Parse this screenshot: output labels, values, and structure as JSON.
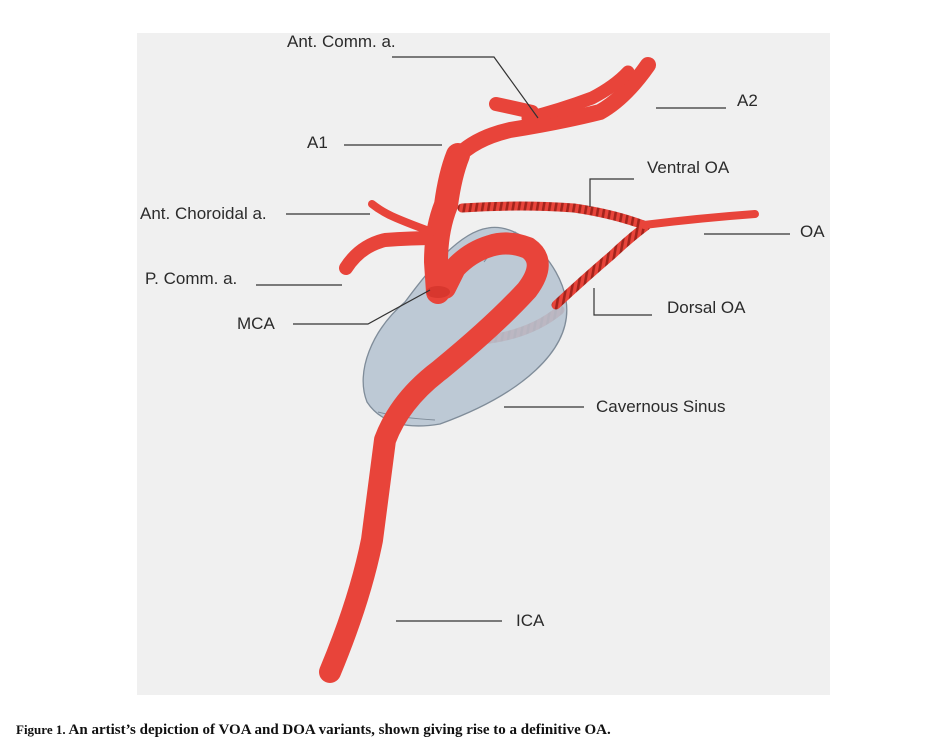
{
  "labels": {
    "ant_comm": "Ant. Comm. a.",
    "a2": "A2",
    "a1": "A1",
    "ventral_oa": "Ventral OA",
    "ant_choroidal": "Ant. Choroidal a.",
    "oa": "OA",
    "p_comm": "P. Comm. a.",
    "dorsal_oa": "Dorsal OA",
    "mca": "MCA",
    "cavernous_sinus": "Cavernous Sinus",
    "ica": "ICA"
  },
  "caption": {
    "figure_number": "Figure 1.",
    "text": " An artist’s depiction of VOA and DOA variants, shown giving rise to a definitive OA."
  },
  "colors": {
    "artery": "#e8443a",
    "artery_dark": "#a3241c",
    "sinus_fill": "#b7c4d2",
    "sinus_stroke": "#7f8c99",
    "panel_bg": "#f0f0f0"
  }
}
